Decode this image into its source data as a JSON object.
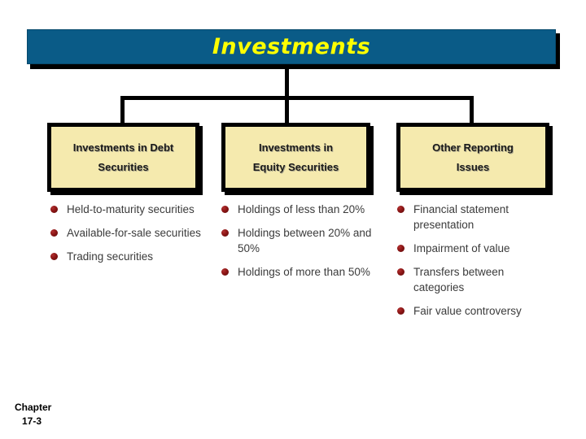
{
  "slide": {
    "title": "Investments",
    "title_colors": {
      "banner": "#0A5B87",
      "text": "#FFFF00",
      "shadow": "#000000"
    },
    "box_colors": {
      "fill": "#F5EAAE",
      "border": "#000000",
      "text": "#1A1A1A"
    },
    "bullet_colors": {
      "dot": "#8C1515",
      "text": "#3B3B3B"
    }
  },
  "columns": [
    {
      "heading_lines": [
        "Investments in Debt",
        "Securities"
      ],
      "bullets": [
        "Held-to-maturity securities",
        "Available-for-sale securities",
        "Trading securities"
      ]
    },
    {
      "heading_lines": [
        "Investments in",
        "Equity Securities"
      ],
      "bullets": [
        "Holdings of less than 20%",
        "Holdings between 20% and 50%",
        "Holdings of more than 50%"
      ]
    },
    {
      "heading_lines": [
        "Other Reporting",
        "Issues"
      ],
      "bullets": [
        "Financial statement presentation",
        "Impairment of value",
        "Transfers between categories",
        "Fair value controversy"
      ]
    }
  ],
  "footer": {
    "label": "Chapter",
    "number": "17-3"
  }
}
